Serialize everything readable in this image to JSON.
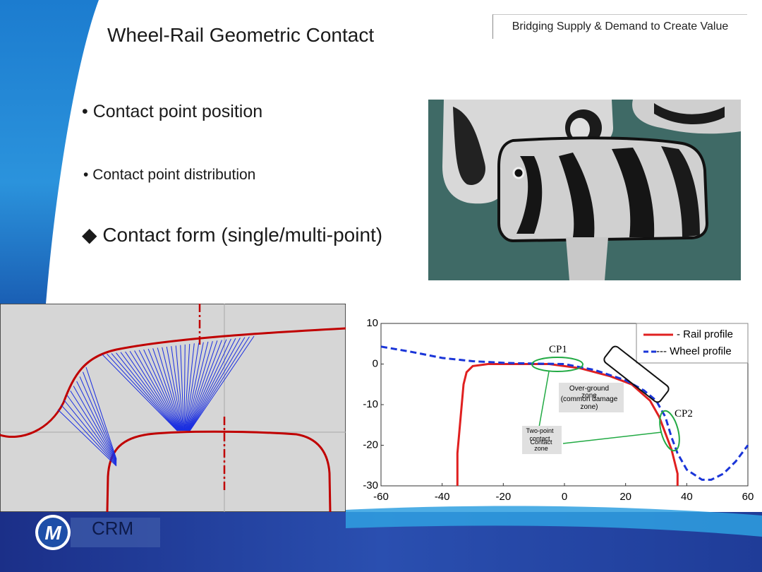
{
  "slide": {
    "title": "Wheel-Rail Geometric Contact",
    "tagline": "Bridging Supply & Demand to Create Value",
    "bullets": [
      {
        "marker": "•",
        "text": "Contact point position"
      },
      {
        "marker": "•",
        "text": "Contact point distribution"
      },
      {
        "marker": "◆",
        "text": "Contact form (single/multi-point)"
      }
    ],
    "footer_label": "CRM",
    "logo_icon": "crm-logo-icon",
    "colors": {
      "accent_blue": "#1e4fa8",
      "light_blue": "#2f8fd8",
      "rail_red": "#e02020",
      "wheel_blue": "#1a35d8",
      "sim_red": "#c00000"
    }
  },
  "chart_data": {
    "type": "line",
    "xlim": [
      -60,
      60
    ],
    "ylim": [
      -30,
      10
    ],
    "xticks": [
      -60,
      -40,
      -20,
      0,
      20,
      40,
      60
    ],
    "yticks": [
      10,
      0,
      -10,
      -20,
      -30
    ],
    "legend": [
      "- Rail profile",
      "--- Wheel profile"
    ],
    "legend_placement": "top-right",
    "series": [
      {
        "name": "- Rail profile",
        "style": "solid",
        "color": "#e02020",
        "x": [
          -35,
          -35,
          -33,
          -32,
          -30,
          -25,
          -15,
          -5,
          5,
          15,
          22,
          28,
          31,
          33,
          35,
          36,
          37,
          37
        ],
        "y": [
          -30,
          -22,
          -5,
          -2,
          -0.5,
          0,
          0,
          0,
          -1,
          -3,
          -5,
          -9,
          -13,
          -17,
          -21,
          -24,
          -27,
          -30
        ]
      },
      {
        "name": "--- Wheel profile",
        "style": "dashed",
        "color": "#1a35d8",
        "x": [
          -60,
          -50,
          -40,
          -30,
          -20,
          -10,
          0,
          10,
          20,
          26,
          30,
          33,
          35,
          37,
          40,
          45,
          48,
          52,
          56,
          60
        ],
        "y": [
          4.3,
          3,
          1.5,
          0.7,
          0.3,
          0.1,
          0,
          -1.5,
          -4,
          -6.5,
          -9,
          -13,
          -18,
          -22,
          -26,
          -28.5,
          -28.5,
          -27,
          -24,
          -20
        ]
      }
    ],
    "annotations": {
      "cp1": "CP1",
      "cp2": "CP2",
      "over_ground_1": "Over-ground",
      "over_ground_2": "zone",
      "over_ground_3": "(common damage",
      "over_ground_4": "zone)",
      "two_point_1": "Two-point",
      "two_point_2": "contact",
      "contact_zone_1": "Contact",
      "contact_zone_2": "zone"
    }
  }
}
